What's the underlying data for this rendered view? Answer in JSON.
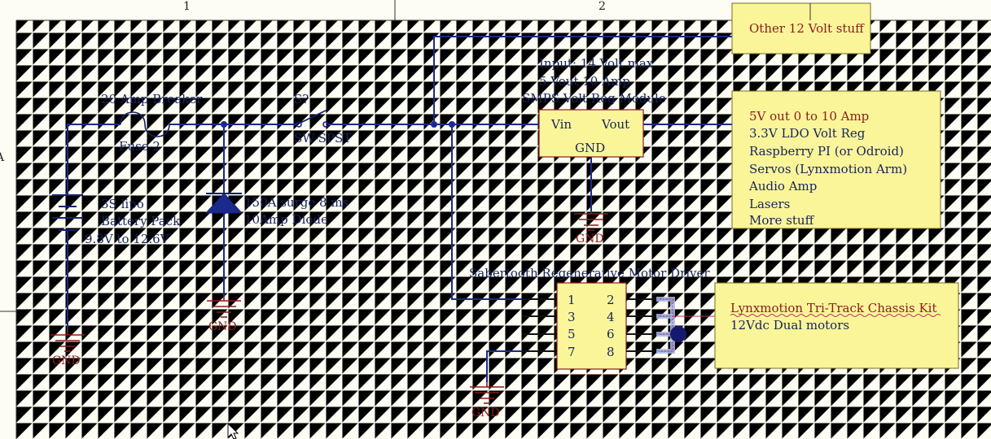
{
  "sheet": {
    "column_labels": [
      "1",
      "2"
    ],
    "row_labels": [
      "A"
    ]
  },
  "fuse": {
    "value": "20 Amp Breaker",
    "designator": "Fuse 2"
  },
  "switch": {
    "designator": "S?",
    "type": "SW-SPST"
  },
  "battery": {
    "line1": "3S  lipo",
    "line2": "Battery Pack",
    "line3": "9.8V to 12.6V"
  },
  "diode": {
    "line1": "150A surge 8 ms",
    "line2": "10Amp Diode"
  },
  "regulator": {
    "title_lines": [
      "Input: 14 Volt max",
      "5 Vout 10 Amp",
      "SMPS Volt Reg Module"
    ],
    "pin_vin": "Vin",
    "pin_vout": "Vout",
    "pin_gnd": "GND"
  },
  "motor_driver": {
    "title": "Sabertooth Regenerative Motor Driver",
    "pins_left": [
      "1",
      "3",
      "5",
      "7"
    ],
    "pins_right": [
      "2",
      "4",
      "6",
      "8"
    ]
  },
  "ground_label": "GND",
  "notes": {
    "twelve_volt": "Other 12 Volt stuff",
    "five_volt": [
      "5V out 0 to 10 Amp",
      "3.3V LDO Volt Reg",
      "Raspberry PI (or Odroid)",
      "Servos  (Lynxmotion Arm)",
      "Audio Amp",
      "Lasers",
      "More stuff"
    ],
    "chassis": [
      "Lynxmotion Tri-Track Chassis Kit",
      "12Vdc  Dual motors"
    ]
  },
  "colors": {
    "wire": "#1a2a8a",
    "ground": "#8b1a1a",
    "component_fill": "#fbf59a",
    "background": "#fdfdf3"
  }
}
